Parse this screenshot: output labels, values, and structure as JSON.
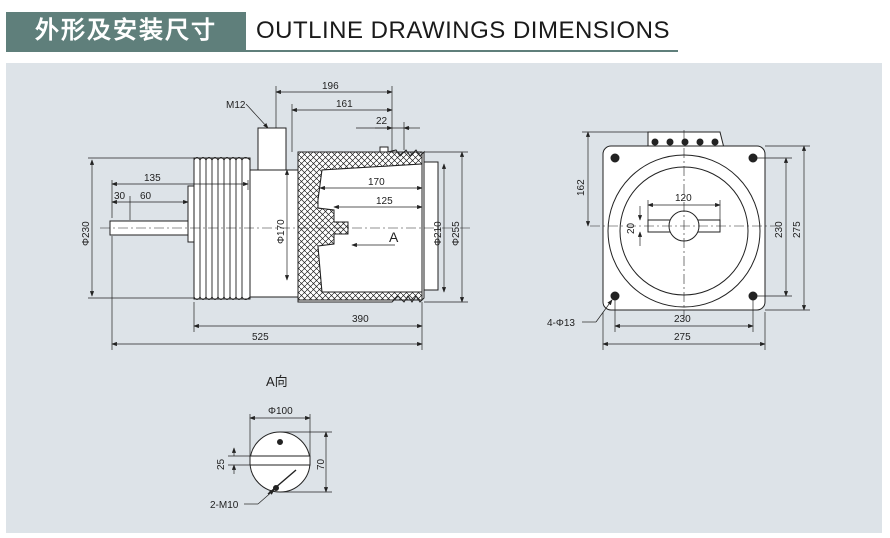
{
  "header": {
    "title_cn": "外形及安装尺寸",
    "title_en": "OUTLINE DRAWINGS DIMENSIONS"
  },
  "side_view": {
    "dims": {
      "d196": "196",
      "d161": "161",
      "m12": "M12",
      "d22": "22",
      "d135": "135",
      "d30": "30",
      "d60": "60",
      "d170h": "170",
      "d125": "125",
      "phi230": "Φ230",
      "phi170": "Φ170",
      "phi210": "Φ210",
      "phi255": "Φ255",
      "d390": "390",
      "d525": "525",
      "arrow_a": "A"
    }
  },
  "front_view": {
    "dims": {
      "d162": "162",
      "d120": "120",
      "d20": "20",
      "d230v": "230",
      "d275v": "275",
      "d230h": "230",
      "d275h": "275",
      "holes": "4-Φ13"
    }
  },
  "view_a": {
    "title": "A向",
    "dims": {
      "phi100": "Φ100",
      "d25": "25",
      "d70": "70",
      "m10": "2-M10"
    }
  }
}
